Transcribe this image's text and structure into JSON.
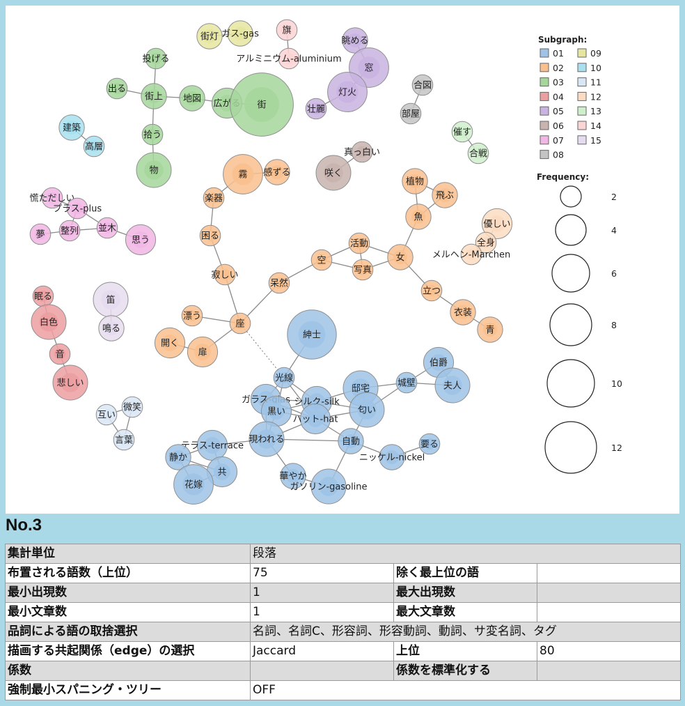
{
  "colors": {
    "01": "#9ec3e6",
    "02": "#f9c08e",
    "03": "#a6d69c",
    "04": "#ec9fa1",
    "05": "#c9b3e0",
    "06": "#c8b3ae",
    "07": "#f1b6e4",
    "08": "#c4c4c4",
    "09": "#e6e6a1",
    "10": "#a8e0ef",
    "11": "#d9e6f4",
    "12": "#fbdcc2",
    "13": "#cfeecb",
    "14": "#fbd4d5",
    "15": "#e6dcef"
  },
  "legend": {
    "subgraph_title": "Subgraph:",
    "subgraph_items": [
      "01",
      "02",
      "03",
      "04",
      "05",
      "06",
      "07",
      "08",
      "09",
      "10",
      "11",
      "12",
      "13",
      "14",
      "15"
    ],
    "frequency_title": "Frequency:",
    "frequency_items": [
      "2",
      "4",
      "6",
      "8",
      "10",
      "12"
    ]
  },
  "nodes": [
    {
      "id": "街灯",
      "label": "街灯",
      "g": "09",
      "f": 3
    },
    {
      "id": "ガス",
      "label": "ガス-gas",
      "g": "09",
      "f": 3
    },
    {
      "id": "旗",
      "label": "旗",
      "g": "14",
      "f": 2
    },
    {
      "id": "アルミ",
      "label": "アルミニウム-aluminium",
      "g": "14",
      "f": 2
    },
    {
      "id": "眺める",
      "label": "眺める",
      "g": "05",
      "f": 3
    },
    {
      "id": "窓",
      "label": "窓",
      "g": "05",
      "f": 6
    },
    {
      "id": "灯火",
      "label": "灯火",
      "g": "05",
      "f": 6
    },
    {
      "id": "壮麗",
      "label": "壮麗",
      "g": "05",
      "f": 2
    },
    {
      "id": "合図",
      "label": "合図",
      "g": "08",
      "f": 2
    },
    {
      "id": "部屋",
      "label": "部屋",
      "g": "08",
      "f": 2
    },
    {
      "id": "催す",
      "label": "催す",
      "g": "13",
      "f": 2
    },
    {
      "id": "合戦",
      "label": "合戦",
      "g": "13",
      "f": 2
    },
    {
      "id": "投げる",
      "label": "投げる",
      "g": "03",
      "f": 2
    },
    {
      "id": "出る",
      "label": "出る",
      "g": "03",
      "f": 2
    },
    {
      "id": "街上",
      "label": "街上",
      "g": "03",
      "f": 3
    },
    {
      "id": "地図",
      "label": "地図",
      "g": "03",
      "f": 3
    },
    {
      "id": "広がる",
      "label": "広がる",
      "g": "03",
      "f": 4
    },
    {
      "id": "街",
      "label": "街",
      "g": "03",
      "f": 11
    },
    {
      "id": "拾う",
      "label": "拾う",
      "g": "03",
      "f": 2
    },
    {
      "id": "物",
      "label": "物",
      "g": "03",
      "f": 5
    },
    {
      "id": "建築",
      "label": "建築",
      "g": "10",
      "f": 3
    },
    {
      "id": "高層",
      "label": "高層",
      "g": "10",
      "f": 2
    },
    {
      "id": "霧",
      "label": "霧",
      "g": "02",
      "f": 6
    },
    {
      "id": "感ずる",
      "label": "感ずる",
      "g": "02",
      "f": 3
    },
    {
      "id": "真っ白い",
      "label": "真っ白い",
      "g": "06",
      "f": 2
    },
    {
      "id": "咲く",
      "label": "咲く",
      "g": "06",
      "f": 5
    },
    {
      "id": "植物",
      "label": "植物",
      "g": "02",
      "f": 3
    },
    {
      "id": "飛ぶ",
      "label": "飛ぶ",
      "g": "02",
      "f": 3
    },
    {
      "id": "魚",
      "label": "魚",
      "g": "02",
      "f": 3
    },
    {
      "id": "楽器",
      "label": "楽器",
      "g": "02",
      "f": 2
    },
    {
      "id": "慌ただしい",
      "label": "慌ただしい",
      "g": "07",
      "f": 2
    },
    {
      "id": "プラス",
      "label": "プラス-plus",
      "g": "07",
      "f": 2
    },
    {
      "id": "夢",
      "label": "夢",
      "g": "07",
      "f": 2
    },
    {
      "id": "整列",
      "label": "整列",
      "g": "07",
      "f": 2
    },
    {
      "id": "並木",
      "label": "並木",
      "g": "07",
      "f": 2
    },
    {
      "id": "思う",
      "label": "思う",
      "g": "07",
      "f": 4
    },
    {
      "id": "優しい",
      "label": "優しい",
      "g": "12",
      "f": 4
    },
    {
      "id": "全身",
      "label": "全身",
      "g": "12",
      "f": 2
    },
    {
      "id": "メルヘン",
      "label": "メルヘン-Marchen",
      "g": "12",
      "f": 2
    },
    {
      "id": "困る",
      "label": "困る",
      "g": "02",
      "f": 2
    },
    {
      "id": "活動",
      "label": "活動",
      "g": "02",
      "f": 2
    },
    {
      "id": "空",
      "label": "空",
      "g": "02",
      "f": 2
    },
    {
      "id": "写真",
      "label": "写真",
      "g": "02",
      "f": 2
    },
    {
      "id": "女",
      "label": "女",
      "g": "02",
      "f": 3
    },
    {
      "id": "寂しい",
      "label": "寂しい",
      "g": "02",
      "f": 2
    },
    {
      "id": "呆然",
      "label": "呆然",
      "g": "02",
      "f": 2
    },
    {
      "id": "立つ",
      "label": "立つ",
      "g": "02",
      "f": 2
    },
    {
      "id": "眠る",
      "label": "眠る",
      "g": "04",
      "f": 2
    },
    {
      "id": "笛",
      "label": "笛",
      "g": "15",
      "f": 5
    },
    {
      "id": "白色",
      "label": "白色",
      "g": "04",
      "f": 5
    },
    {
      "id": "鳴る",
      "label": "鳴る",
      "g": "15",
      "f": 3
    },
    {
      "id": "衣装",
      "label": "衣装",
      "g": "02",
      "f": 3
    },
    {
      "id": "青",
      "label": "青",
      "g": "02",
      "f": 3
    },
    {
      "id": "漂う",
      "label": "漂う",
      "g": "02",
      "f": 2
    },
    {
      "id": "座",
      "label": "座",
      "g": "02",
      "f": 2
    },
    {
      "id": "紳士",
      "label": "紳士",
      "g": "01",
      "f": 8
    },
    {
      "id": "開く",
      "label": "開く",
      "g": "02",
      "f": 4
    },
    {
      "id": "扉",
      "label": "扉",
      "g": "02",
      "f": 4
    },
    {
      "id": "音",
      "label": "音",
      "g": "04",
      "f": 2
    },
    {
      "id": "伯爵",
      "label": "伯爵",
      "g": "01",
      "f": 4
    },
    {
      "id": "悲しい",
      "label": "悲しい",
      "g": "04",
      "f": 5
    },
    {
      "id": "光線",
      "label": "光線",
      "g": "01",
      "f": 2
    },
    {
      "id": "城壁",
      "label": "城壁",
      "g": "01",
      "f": 2
    },
    {
      "id": "夫人",
      "label": "夫人",
      "g": "01",
      "f": 5
    },
    {
      "id": "邸宅",
      "label": "邸宅",
      "g": "01",
      "f": 5
    },
    {
      "id": "ガラス",
      "label": "ガラス-glas",
      "g": "01",
      "f": 4
    },
    {
      "id": "シルク",
      "label": "シルク-silk",
      "g": "01",
      "f": 4
    },
    {
      "id": "黒い",
      "label": "黒い",
      "g": "01",
      "f": 4
    },
    {
      "id": "ハット",
      "label": "ハット-hat",
      "g": "01",
      "f": 4
    },
    {
      "id": "匂い",
      "label": "匂い",
      "g": "01",
      "f": 5
    },
    {
      "id": "互い",
      "label": "互い",
      "g": "11",
      "f": 2
    },
    {
      "id": "微笑",
      "label": "微笑",
      "g": "11",
      "f": 2
    },
    {
      "id": "言葉",
      "label": "言葉",
      "g": "11",
      "f": 2
    },
    {
      "id": "現われる",
      "label": "現われる",
      "g": "01",
      "f": 5
    },
    {
      "id": "自動",
      "label": "自動",
      "g": "01",
      "f": 3
    },
    {
      "id": "要る",
      "label": "要る",
      "g": "01",
      "f": 2
    },
    {
      "id": "テラス",
      "label": "テラス-terrace",
      "g": "01",
      "f": 4
    },
    {
      "id": "ニッケル",
      "label": "ニッケル-nickel",
      "g": "01",
      "f": 3
    },
    {
      "id": "静か",
      "label": "静か",
      "g": "01",
      "f": 3
    },
    {
      "id": "共",
      "label": "共",
      "g": "01",
      "f": 4
    },
    {
      "id": "花嫁",
      "label": "花嫁",
      "g": "01",
      "f": 6
    },
    {
      "id": "華やか",
      "label": "華やか",
      "g": "01",
      "f": 3
    },
    {
      "id": "ガソリン",
      "label": "ガソリン-gasoline",
      "g": "01",
      "f": 5
    }
  ],
  "edges": [
    [
      "街灯",
      "ガス"
    ],
    [
      "旗",
      "アルミ"
    ],
    [
      "眺める",
      "窓"
    ],
    [
      "窓",
      "灯火"
    ],
    [
      "灯火",
      "壮麗"
    ],
    [
      "合図",
      "部屋"
    ],
    [
      "催す",
      "合戦"
    ],
    [
      "投げる",
      "街上"
    ],
    [
      "出る",
      "街上"
    ],
    [
      "街上",
      "地図"
    ],
    [
      "地図",
      "広がる"
    ],
    [
      "広がる",
      "街"
    ],
    [
      "街上",
      "拾う"
    ],
    [
      "拾う",
      "物"
    ],
    [
      "建築",
      "高層"
    ],
    [
      "霧",
      "感ずる"
    ],
    [
      "霧",
      "楽器"
    ],
    [
      "真っ白い",
      "咲く"
    ],
    [
      "植物",
      "飛ぶ"
    ],
    [
      "植物",
      "魚"
    ],
    [
      "飛ぶ",
      "魚"
    ],
    [
      "魚",
      "女"
    ],
    [
      "慌ただしい",
      "プラス"
    ],
    [
      "プラス",
      "整列"
    ],
    [
      "夢",
      "整列"
    ],
    [
      "整列",
      "並木"
    ],
    [
      "プラス",
      "並木"
    ],
    [
      "並木",
      "思う"
    ],
    [
      "優しい",
      "全身"
    ],
    [
      "全身",
      "メルヘン"
    ],
    [
      "楽器",
      "困る"
    ],
    [
      "困る",
      "寂しい"
    ],
    [
      "寂しい",
      "座"
    ],
    [
      "空",
      "活動"
    ],
    [
      "空",
      "写真"
    ],
    [
      "活動",
      "写真"
    ],
    [
      "活動",
      "女"
    ],
    [
      "写真",
      "女"
    ],
    [
      "呆然",
      "空"
    ],
    [
      "座",
      "呆然"
    ],
    [
      "女",
      "立つ"
    ],
    [
      "立つ",
      "衣装"
    ],
    [
      "衣装",
      "青"
    ],
    [
      "眠る",
      "白色"
    ],
    [
      "白色",
      "音"
    ],
    [
      "音",
      "悲しい"
    ],
    [
      "笛",
      "鳴る"
    ],
    [
      "漂う",
      "座"
    ],
    [
      "座",
      "扉"
    ],
    [
      "開く",
      "扉"
    ],
    [
      "紳士",
      "光線"
    ],
    [
      "光線",
      "ガラス"
    ],
    [
      "光線",
      "シルク"
    ],
    [
      "光線",
      "黒い"
    ],
    [
      "光線",
      "ハット"
    ],
    [
      "ガラス",
      "黒い"
    ],
    [
      "ガラス",
      "シルク"
    ],
    [
      "ガラス",
      "ハット"
    ],
    [
      "シルク",
      "黒い"
    ],
    [
      "シルク",
      "ハット"
    ],
    [
      "黒い",
      "ハット"
    ],
    [
      "シルク",
      "匂い"
    ],
    [
      "ハット",
      "匂い"
    ],
    [
      "邸宅",
      "匂い"
    ],
    [
      "邸宅",
      "シルク"
    ],
    [
      "邸宅",
      "城壁"
    ],
    [
      "城壁",
      "伯爵"
    ],
    [
      "城壁",
      "夫人"
    ],
    [
      "伯爵",
      "夫人"
    ],
    [
      "城壁",
      "匂い"
    ],
    [
      "匂い",
      "自動"
    ],
    [
      "自動",
      "ニッケル"
    ],
    [
      "ニッケル",
      "要る"
    ],
    [
      "自動",
      "ガソリン"
    ],
    [
      "ハット",
      "自動"
    ],
    [
      "現われる",
      "黒い"
    ],
    [
      "現われる",
      "ハット"
    ],
    [
      "現われる",
      "ガラス"
    ],
    [
      "現われる",
      "テラス"
    ],
    [
      "現われる",
      "華やか"
    ],
    [
      "現われる",
      "自動"
    ],
    [
      "テラス",
      "静か"
    ],
    [
      "テラス",
      "共"
    ],
    [
      "静か",
      "花嫁"
    ],
    [
      "静か",
      "共"
    ],
    [
      "花嫁",
      "共"
    ],
    [
      "華やか",
      "ガソリン"
    ],
    [
      "互い",
      "微笑"
    ],
    [
      "互い",
      "言葉"
    ],
    [
      "微笑",
      "言葉"
    ]
  ],
  "dashed_edges": [
    [
      "座",
      "光線"
    ]
  ],
  "table": {
    "title": "No.3",
    "rows": [
      [
        "集計単位",
        "段落"
      ],
      [
        "布置される語数（上位）",
        "75",
        "除く最上位の語",
        ""
      ],
      [
        "最小出現数",
        "1",
        "最大出現数",
        ""
      ],
      [
        "最小文章数",
        "1",
        "最大文章数",
        ""
      ],
      [
        "品詞による語の取捨選択",
        "名詞、名詞C、形容詞、形容動詞、動詞、サ変名詞、タグ"
      ],
      [
        "描画する共起関係（edge）の選択",
        "Jaccard",
        "上位",
        "80"
      ],
      [
        "係数",
        "",
        "係数を標準化する",
        ""
      ],
      [
        "強制最小スパニング・ツリー",
        "OFF"
      ]
    ]
  }
}
